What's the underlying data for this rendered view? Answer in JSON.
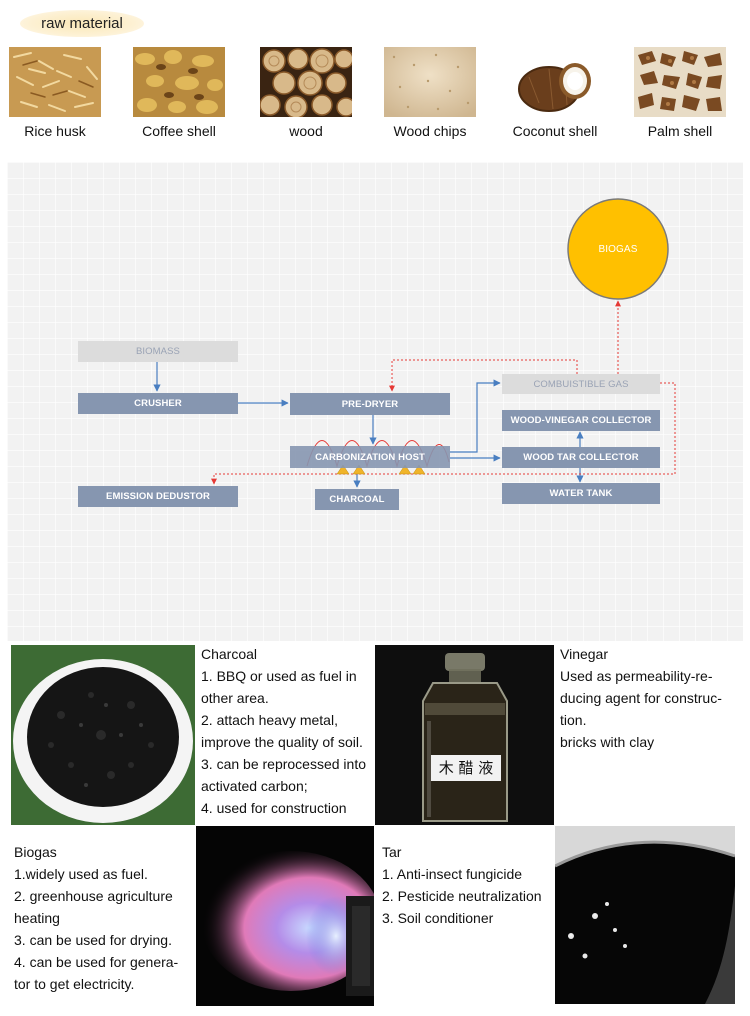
{
  "header": {
    "title": "raw material"
  },
  "materials": [
    {
      "name": "Rice husk"
    },
    {
      "name": "Coffee shell"
    },
    {
      "name": "wood"
    },
    {
      "name": "Wood chips"
    },
    {
      "name": "Coconut shell"
    },
    {
      "name": "Palm shell"
    }
  ],
  "diagram": {
    "nodes": {
      "biomass": "BIOMASS",
      "crusher": "CRUSHER",
      "pre_dryer": "PRE-DRYER",
      "carbonization_host": "CARBONIZATION HOST",
      "emission_dedustor": "EMISSION DEDUSTOR",
      "charcoal": "CHARCOAL",
      "combustible_gas": "COMBUISTIBLE GAS",
      "wood_vinegar_collector": "WOOD-VINEGAR COLLECTOR",
      "wood_tar_collector": "WOOD TAR COLLECTOR",
      "water_tank": "WATER TANK",
      "biogas": "BIOGAS"
    },
    "colors": {
      "box": "#8696b0",
      "box_light": "#dcdcdc",
      "arrow_blue": "#4a7fc1",
      "arrow_red": "#e53935",
      "biogas_fill": "#ffc000",
      "grid_bg": "#f2f2f2"
    }
  },
  "products": {
    "charcoal": {
      "title": "Charcoal",
      "lines": [
        "1. BBQ or used as fuel in",
        "other area.",
        "2. attach heavy metal,",
        "improve the quality of soil.",
        "3. can be reprocessed into",
        "activated carbon;",
        "4. used for construction"
      ]
    },
    "vinegar": {
      "title": "Vinegar",
      "bottle_label": "木 醋 液",
      "lines": [
        "Used as permeability-re-",
        "ducing agent for construc-",
        "tion.",
        "bricks with clay"
      ]
    },
    "biogas": {
      "title": "Biogas",
      "lines": [
        "1.widely used as fuel.",
        "2. greenhouse agriculture",
        "heating",
        "3. can be used for drying.",
        "4. can be used for genera-",
        "tor to get electricity."
      ]
    },
    "tar": {
      "title": "Tar",
      "lines": [
        "1. Anti-insect fungicide",
        "2. Pesticide neutralization",
        "3. Soil conditioner"
      ]
    }
  }
}
